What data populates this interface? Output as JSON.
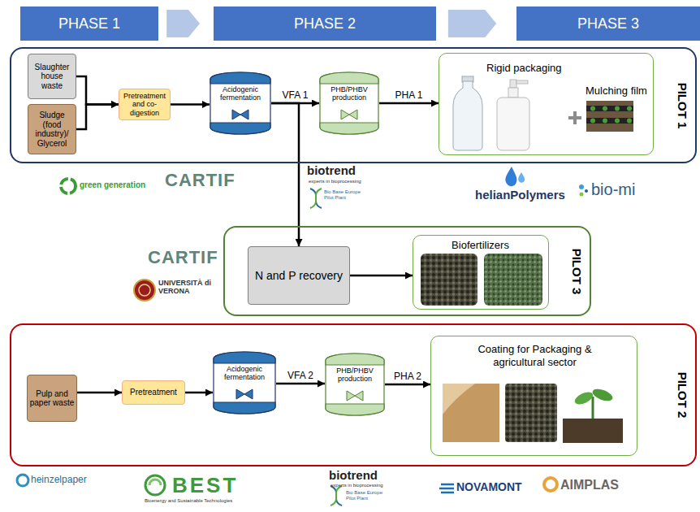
{
  "diagram": {
    "nodes": [
      {
        "text": [
          "PHASE 1"
        ]
      },
      {
        "text": [
          "PHASE 2"
        ]
      },
      {
        "text": [
          "PHASE 3"
        ]
      },
      {
        "text": [
          "PILOT 1"
        ]
      },
      {
        "text": [
          "Slaughter house waste"
        ],
        "in": 3
      },
      {
        "text": [
          "Sludge (food industry)/ Glycerol"
        ],
        "in": 3
      },
      {
        "text": [
          "Pretreatment and co-digestion"
        ],
        "in": 3
      },
      {
        "text": [
          "Acidogenic fermentation"
        ],
        "in": 3
      },
      {
        "text": [
          "PHB/PHBV production"
        ],
        "in": 3
      },
      {
        "text": [
          "Rigid packaging",
          "Mulching film"
        ],
        "in": 3
      },
      {
        "text": [
          "PILOT 3"
        ]
      },
      {
        "text": [
          "N and P recovery"
        ],
        "in": 10
      },
      {
        "text": [
          "Biofertilizers"
        ],
        "in": 10
      },
      {
        "text": [
          "PILOT 2"
        ]
      },
      {
        "text": [
          "Pulp and paper waste"
        ],
        "in": 13
      },
      {
        "text": [
          "Pretreatment"
        ],
        "in": 13
      },
      {
        "text": [
          "Acidogenic fermentation"
        ],
        "in": 13
      },
      {
        "text": [
          "PHB/PHBV production"
        ],
        "in": 13
      },
      {
        "text": [
          "Coating for Packaging & agricultural sector"
        ],
        "in": 13
      }
    ],
    "edges": [
      {
        "from": 0,
        "to": 1,
        "arrow": "to"
      },
      {
        "from": 1,
        "to": 2,
        "arrow": "to"
      },
      {
        "from": 4,
        "to": 6,
        "arrow": "to"
      },
      {
        "from": 5,
        "to": 6,
        "arrow": "to"
      },
      {
        "from": 6,
        "to": 7,
        "arrow": "to"
      },
      {
        "from": 7,
        "to": 8,
        "label": "VFA 1",
        "arrow": "to"
      },
      {
        "from": 7,
        "to": 11,
        "arrow": "to"
      },
      {
        "from": 8,
        "to": 9,
        "label": "PHA 1",
        "arrow": "to"
      },
      {
        "from": 11,
        "to": 12,
        "arrow": "to"
      },
      {
        "from": 14,
        "to": 15,
        "arrow": "to"
      },
      {
        "from": 15,
        "to": 16,
        "arrow": "to"
      },
      {
        "from": 16,
        "to": 17,
        "label": "VFA 2",
        "arrow": "to"
      },
      {
        "from": 17,
        "to": 18,
        "label": "PHA 2",
        "arrow": "to"
      }
    ],
    "labels": [
      "green generation",
      "CARTIF",
      "biotrend",
      "experts in bioprocessing",
      "Bio Base Europe Pilot Plant",
      "helianPolymers",
      "bio-mi",
      "CARTIF",
      "UNIVERSITÀ di VERONA",
      "heinzelpaper",
      "BEST",
      "Bioenergy and Sustainable Technologies",
      "biotrend",
      "experts in bioprocessing",
      "Bio Base Europe Pilot Plant",
      "NOVAMONT",
      "AIMPLAS"
    ]
  }
}
